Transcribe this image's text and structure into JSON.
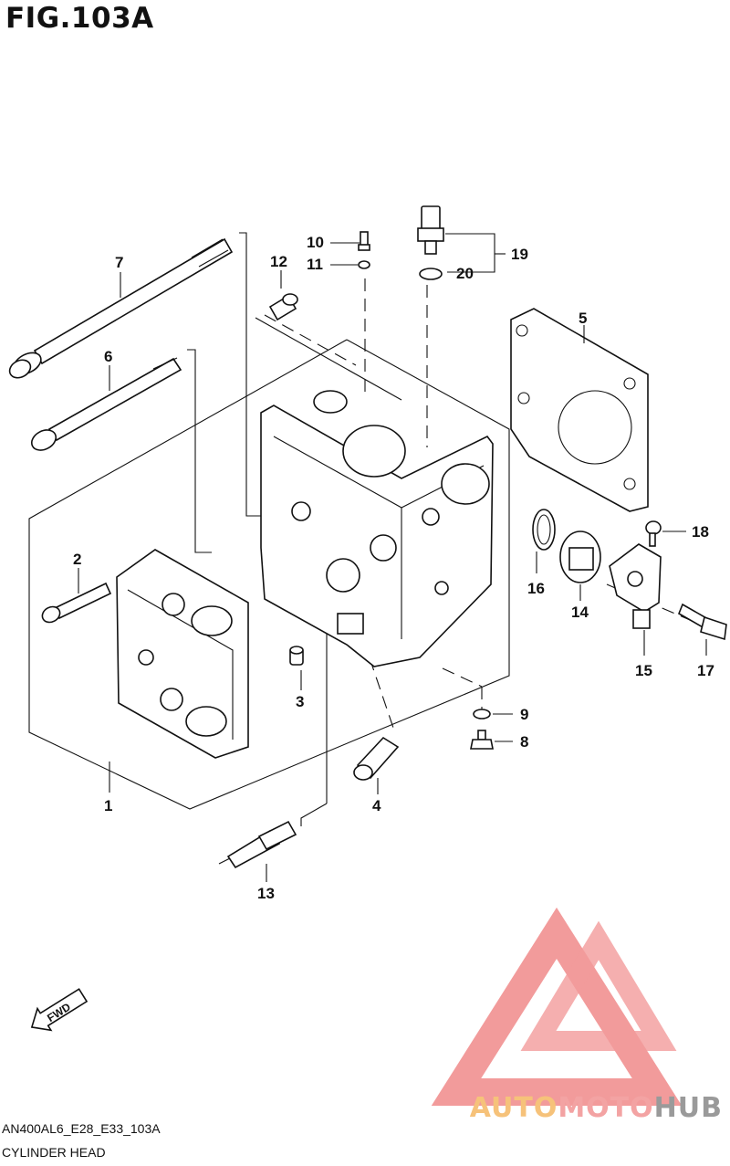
{
  "figure": {
    "title": "FIG.103A"
  },
  "callouts": [
    {
      "id": "1",
      "label": "1"
    },
    {
      "id": "2",
      "label": "2"
    },
    {
      "id": "3",
      "label": "3"
    },
    {
      "id": "4",
      "label": "4"
    },
    {
      "id": "5",
      "label": "5"
    },
    {
      "id": "6",
      "label": "6"
    },
    {
      "id": "7",
      "label": "7"
    },
    {
      "id": "8",
      "label": "8"
    },
    {
      "id": "9",
      "label": "9"
    },
    {
      "id": "10",
      "label": "10"
    },
    {
      "id": "11",
      "label": "11"
    },
    {
      "id": "12",
      "label": "12"
    },
    {
      "id": "13",
      "label": "13"
    },
    {
      "id": "14",
      "label": "14"
    },
    {
      "id": "15",
      "label": "15"
    },
    {
      "id": "16",
      "label": "16"
    },
    {
      "id": "17",
      "label": "17"
    },
    {
      "id": "18",
      "label": "18"
    },
    {
      "id": "19",
      "label": "19"
    },
    {
      "id": "20",
      "label": "20"
    }
  ],
  "fwd_label": "FWD",
  "footer": {
    "code": "AN400AL6_E28_E33_103A",
    "name": "CYLINDER HEAD"
  },
  "watermark": {
    "part1": "AUTO",
    "part2": "MOTO",
    "part3": "HUB",
    "colors": {
      "auto": "#f6c27a",
      "moto": "#f3a3a3",
      "hub": "#9a9a9a",
      "logo": "#f08a8a"
    }
  }
}
